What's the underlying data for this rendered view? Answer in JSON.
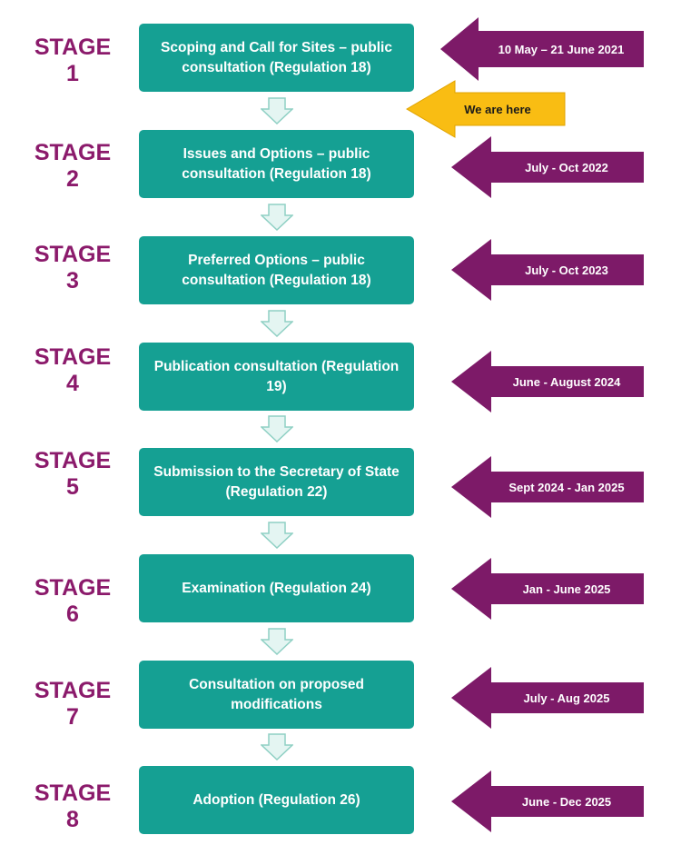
{
  "stages": [
    {
      "word": "STAGE",
      "number": "1",
      "box_text": "Scoping and Call for Sites – public consultation (Regulation 18)",
      "date": "10 May – 21 June 2021"
    },
    {
      "word": "STAGE",
      "number": "2",
      "box_text": "Issues and Options – public consultation (Regulation 18)",
      "date": "July - Oct 2022"
    },
    {
      "word": "STAGE",
      "number": "3",
      "box_text": "Preferred Options – public consultation (Regulation 18)",
      "date": "July - Oct 2023"
    },
    {
      "word": "STAGE",
      "number": "4",
      "box_text": "Publication consultation (Regulation 19)",
      "date": "June - August 2024"
    },
    {
      "word": "STAGE",
      "number": "5",
      "box_text": "Submission to the Secretary of State (Regulation 22)",
      "date": "Sept 2024 - Jan 2025"
    },
    {
      "word": "STAGE",
      "number": "6",
      "box_text": "Examination (Regulation 24)",
      "date": "Jan - June 2025"
    },
    {
      "word": "STAGE",
      "number": "7",
      "box_text": "Consultation on proposed modifications",
      "date": "July - Aug 2025"
    },
    {
      "word": "STAGE",
      "number": "8",
      "box_text": "Adoption (Regulation 26)",
      "date": "June - Dec 2025"
    }
  ],
  "marker": {
    "label": "We are here"
  },
  "colors": {
    "stage_text": "#8b1a6b",
    "box": "#15a093",
    "date_arrow": "#7d1a68",
    "marker_arrow": "#f9bd13",
    "down_arrow_fill": "#e4f5f2",
    "down_arrow_stroke": "#8fd0c4"
  },
  "icons": {
    "flow_arrow": "down-arrow-icon",
    "date_arrow": "left-arrow-icon"
  }
}
